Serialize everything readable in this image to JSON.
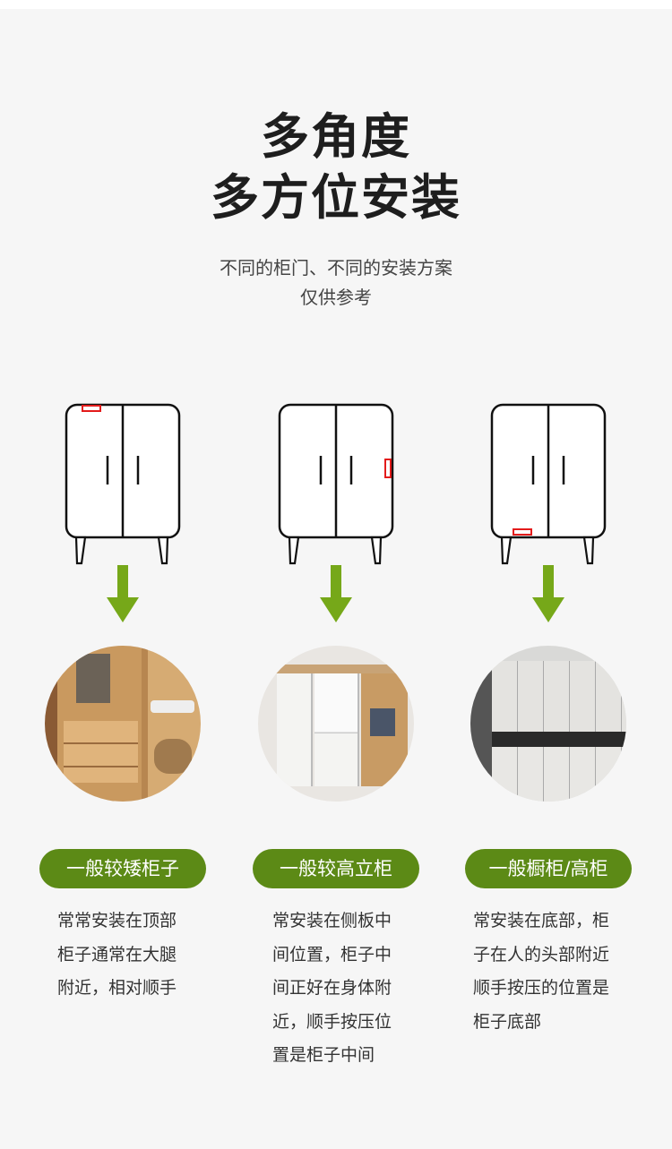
{
  "header": {
    "title_line1": "多角度",
    "title_line2": "多方位安装",
    "subtitle_line1": "不同的柜门、不同的安装方案",
    "subtitle_line2": "仅供参考"
  },
  "colors": {
    "accent": "#5c8a16",
    "arrow": "#76a819",
    "marker": "#e31b1b",
    "background": "#f6f6f6"
  },
  "columns": [
    {
      "label": "一般较矮柜子",
      "marker_position": "top",
      "icon": "cabinet-icon",
      "desc": [
        "常常安装在顶部",
        "柜子通常在大腿",
        "附近，相对顺手"
      ]
    },
    {
      "label": "一般较高立柜",
      "marker_position": "side",
      "icon": "cabinet-icon",
      "desc": [
        "常安装在侧板中",
        "间位置，柜子中",
        "间正好在身体附",
        "近，顺手按压位",
        "置是柜子中间"
      ]
    },
    {
      "label": "一般橱柜/高柜",
      "marker_position": "bottom",
      "icon": "cabinet-icon",
      "desc": [
        "常安装在底部，柜",
        "子在人的头部附近",
        "顺手按压的位置是",
        "柜子底部"
      ]
    }
  ]
}
